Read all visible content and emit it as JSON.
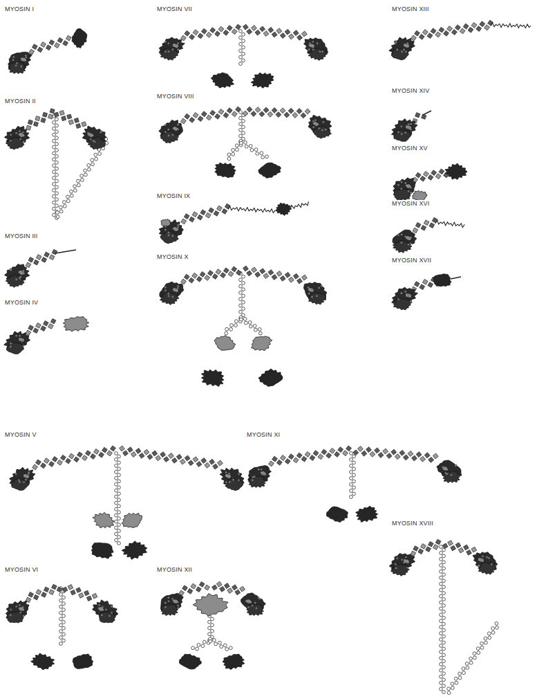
{
  "diagram": {
    "labels": [
      "MYOSIN I",
      "MYOSIN II",
      "MYOSIN III",
      "MYOSIN IV",
      "MYOSIN V",
      "MYOSIN VI",
      "MYOSIN VII",
      "MYOSIN VIII",
      "MYOSIN IX",
      "MYOSIN X",
      "MYOSIN XI",
      "MYOSIN XII",
      "MYOSIN XIII",
      "MYOSIN XIV",
      "MYOSIN XV",
      "MYOSIN XVI",
      "MYOSIN XVII",
      "MYOSIN XVIII"
    ]
  }
}
